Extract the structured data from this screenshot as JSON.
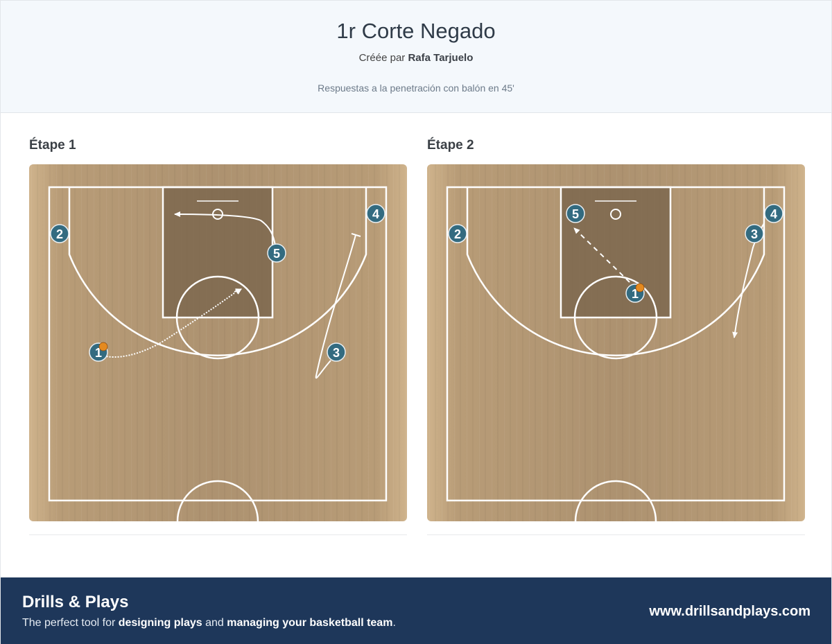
{
  "header": {
    "title": "1r Corte Negado",
    "author_prefix": "Créée par",
    "author_name": "Rafa Tarjuelo",
    "description": "Respuestas a la penetración con balón en 45'"
  },
  "steps": [
    {
      "title": "Étape 1",
      "players": [
        {
          "label": "1",
          "has_ball": true
        },
        {
          "label": "2",
          "has_ball": false
        },
        {
          "label": "3",
          "has_ball": false
        },
        {
          "label": "4",
          "has_ball": false
        },
        {
          "label": "5",
          "has_ball": false
        }
      ],
      "actions": [
        {
          "type": "dribble",
          "player": "1"
        },
        {
          "type": "cut",
          "player": "5"
        },
        {
          "type": "screen",
          "player": "3"
        }
      ]
    },
    {
      "title": "Étape 2",
      "players": [
        {
          "label": "1",
          "has_ball": true
        },
        {
          "label": "2",
          "has_ball": false
        },
        {
          "label": "3",
          "has_ball": false
        },
        {
          "label": "4",
          "has_ball": false
        },
        {
          "label": "5",
          "has_ball": false
        }
      ],
      "actions": [
        {
          "type": "pass",
          "player": "1",
          "to": "5"
        },
        {
          "type": "cut",
          "player": "3"
        }
      ]
    }
  ],
  "footer": {
    "brand": "Drills & Plays",
    "tagline_1": "The perfect tool for ",
    "tagline_2": "designing plays",
    "tagline_3": " and ",
    "tagline_4": "managing your basketball team",
    "tagline_5": ".",
    "website": "www.drillsandplays.com"
  },
  "colors": {
    "court_wood": "#b89d78",
    "paint": "#7f6950",
    "player_circle": "#336b80",
    "ball": "#e58a1f",
    "footer_bg": "#1e375a"
  }
}
